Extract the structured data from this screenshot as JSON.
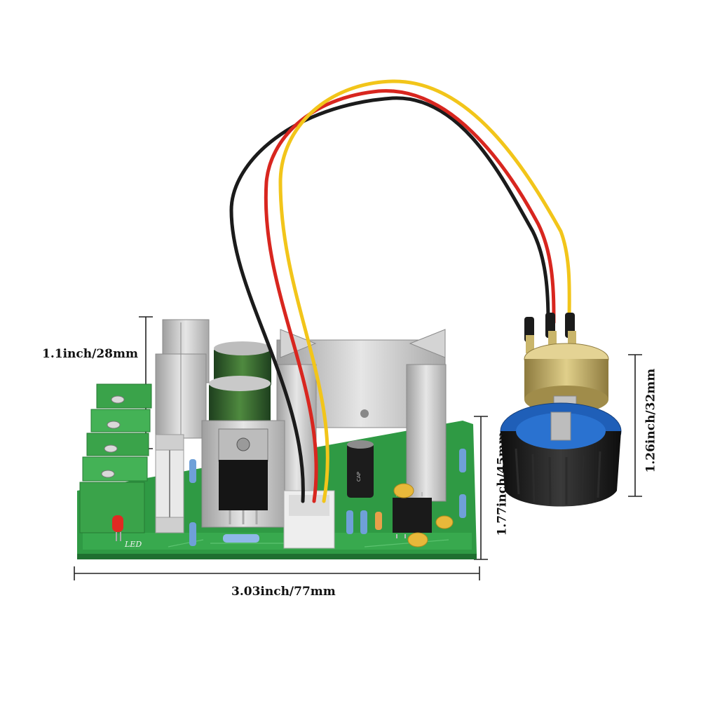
{
  "dimensions": {
    "width_label": "3.03inch/77mm",
    "height_label": "1.77inch/45mm",
    "terminal_label": "1.1inch/28mm",
    "knob_label": "1.26inch/32mm"
  },
  "board": {
    "led_label": "LED"
  },
  "colors": {
    "pcb": "#2f9a44",
    "terminal": "#3aa34a",
    "heatsink": "#c9c9c9",
    "capacitor": "#2f5a2f",
    "wire_black": "#1b1b1b",
    "wire_red": "#d8261f",
    "wire_yellow": "#f2c51a",
    "knob": "#1c1c1c",
    "knob_ring": "#1f5fb8",
    "pot_brass": "#b9a35d"
  }
}
